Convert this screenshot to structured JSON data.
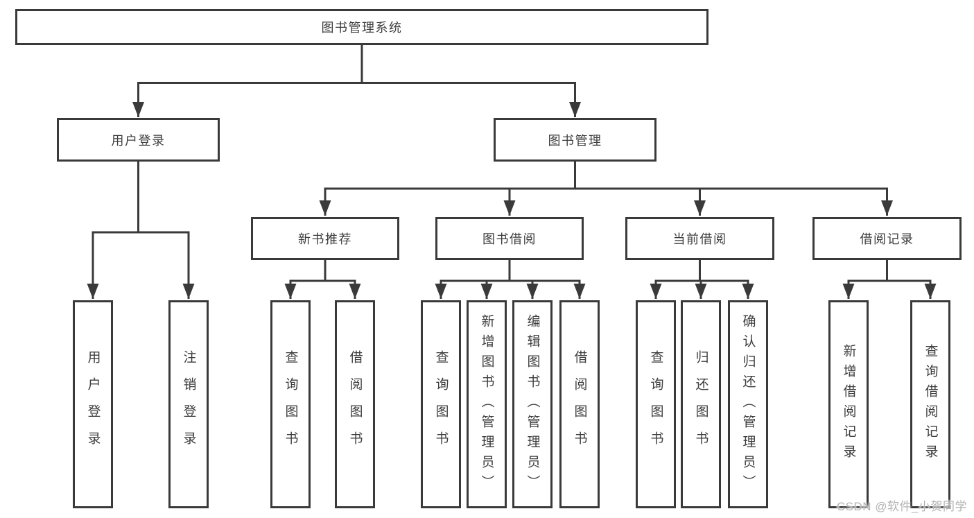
{
  "tree": {
    "label": "图书管理系统",
    "children": [
      {
        "label": "用户登录",
        "children": [
          {
            "label": "用户登录"
          },
          {
            "label": "注销登录"
          }
        ]
      },
      {
        "label": "图书管理",
        "children": [
          {
            "label": "新书推荐",
            "children": [
              {
                "label": "查询图书"
              },
              {
                "label": "借阅图书"
              }
            ]
          },
          {
            "label": "图书借阅",
            "children": [
              {
                "label": "查询图书"
              },
              {
                "label": "新增图书（管理员）"
              },
              {
                "label": "编辑图书（管理员）"
              },
              {
                "label": "借阅图书"
              }
            ]
          },
          {
            "label": "当前借阅",
            "children": [
              {
                "label": "查询图书"
              },
              {
                "label": "归还图书"
              },
              {
                "label": "确认归还（管理员）"
              }
            ]
          },
          {
            "label": "借阅记录",
            "children": [
              {
                "label": "新增借阅记录"
              },
              {
                "label": "查询借阅记录"
              }
            ]
          }
        ]
      }
    ]
  },
  "watermark": {
    "text": "CSDN @软件_小贺同学"
  },
  "colors": {
    "line": "#3a3a3a",
    "node_text": "#3d3d3d",
    "watermark_text": "#b3b3b3",
    "background": "#ffffff"
  }
}
